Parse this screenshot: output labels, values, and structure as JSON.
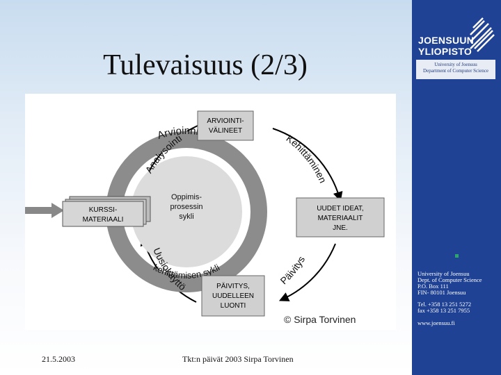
{
  "slide": {
    "title": "Tulevaisuus (2/3)",
    "footer_date": "21.5.2003",
    "footer_center": "Tkt:n päivät 2003 Sirpa Torvinen"
  },
  "sidebar": {
    "logo_line1": "JOENSUUN",
    "logo_line2": "YLIOPISTO",
    "dept_line1": "University of Joensuu",
    "dept_line2": "Department of Computer Science",
    "address": [
      "University of Joensuu",
      "Dept. of Computer Science",
      "P.O. Box 111",
      "FIN- 80101 Joensuu",
      "Tel. +358 13 251 5272",
      "fax +358 13 251 7955",
      "www.joensuu.fi"
    ]
  },
  "diagram": {
    "box_top": [
      "ARVIOINTI-",
      "VÄLINEET"
    ],
    "box_left": [
      "KURSSI-",
      "MATERIAALI"
    ],
    "box_right": [
      "UUDET IDEAT,",
      "MATERIAALIT",
      "JNE."
    ],
    "box_bottom": [
      "PÄIVITYS,",
      "UUDELLEEN",
      "LUONTI"
    ],
    "center": [
      "Oppimis-",
      "prosessin",
      "sykli"
    ],
    "ring_top": "Arvioinnin ja",
    "ring_bottom": "kehittämisen sykli",
    "arc_analysointi": "Analysointi",
    "arc_kehittaminen": "Kehittäminen",
    "arc_uusiokaytto": "Uusiokäyttö",
    "arc_paivitys": "Päivitys",
    "copyright": "© Sirpa Torvinen"
  },
  "colors": {
    "sidebar": "#1f4294",
    "ring": "#8c8c8c",
    "box": "#d0d0d0"
  }
}
